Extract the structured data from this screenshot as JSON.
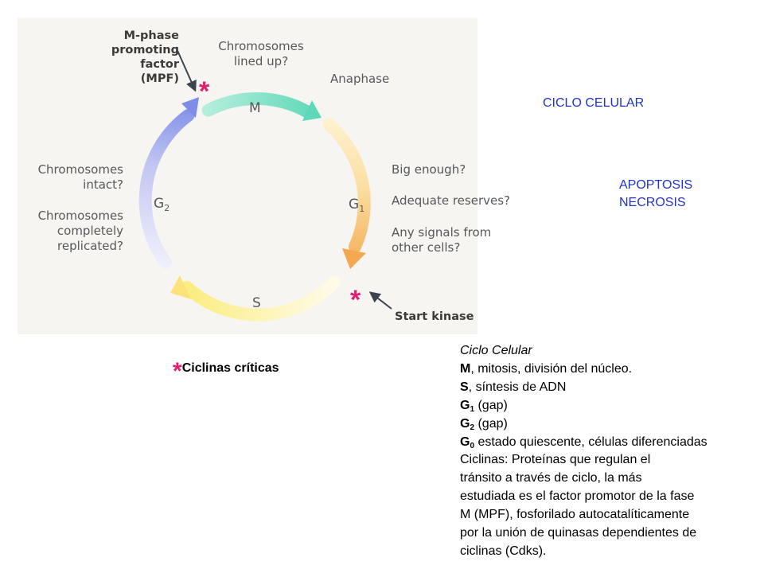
{
  "diagram": {
    "phases": {
      "m": "M",
      "g1": "G",
      "g1_sub": "1",
      "s": "S",
      "g2": "G",
      "g2_sub": "2"
    },
    "checkpoints": {
      "top": [
        "Chromosomes",
        "lined up?"
      ],
      "anaphase": "Anaphase",
      "right": [
        "Big enough?",
        "Adequate reserves?",
        "Any signals from",
        "other cells?"
      ],
      "left": [
        "Chromosomes",
        "intact?",
        "Chromosomes",
        "completely",
        "replicated?"
      ]
    },
    "mpf": [
      "M-phase",
      "promoting",
      "factor",
      "(MPF)"
    ],
    "start_kinase": "Start kinase",
    "star": "*",
    "colors": {
      "star": "#e0206e",
      "arrow": "#3c4450"
    }
  },
  "side_titles": {
    "ciclo": "CICLO CELULAR",
    "apoptosis": "APOPTOSIS",
    "necrosis": "NECROSIS",
    "color": "#2233cc"
  },
  "critical": {
    "star": "*",
    "label": "Ciclinas críticas"
  },
  "notes": {
    "heading": "Ciclo Celular",
    "m_key": "M",
    "m_text": ", mitosis, división del núcleo.",
    "s_key": "S",
    "s_text": ", síntesis de ADN",
    "g1_key": "G",
    "g1_sub": "1",
    "g1_text": " (gap)",
    "g2_key": "G",
    "g2_sub": "2",
    "g2_text": " (gap)",
    "g0_key": "G",
    "g0_sub": "0",
    "g0_text": " estado quiescente, células diferenciadas",
    "body": [
      "Ciclinas: Proteínas que regulan el",
      "tránsito a través de ciclo, la más",
      "estudiada es el factor promotor de la fase",
      "M (MPF), fosforilado autocatalíticamente",
      "por la unión de quinasas dependientes de",
      "ciclinas (Cdks)."
    ]
  }
}
